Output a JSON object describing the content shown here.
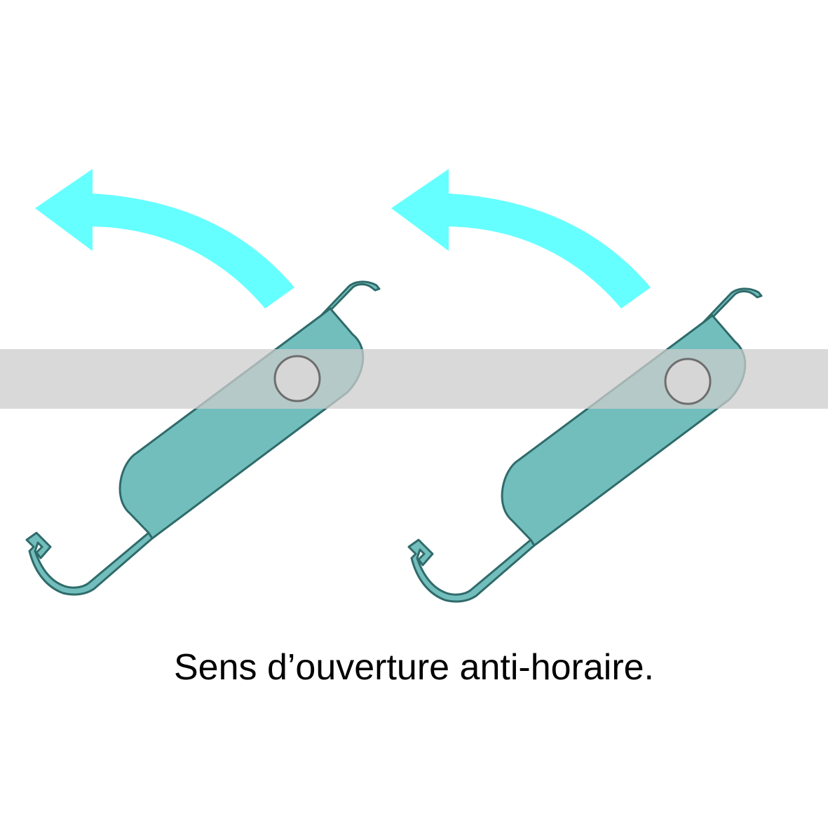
{
  "caption": "Sens d’ouverture anti-horaire.",
  "colors": {
    "arrow": "#66ffff",
    "blade_fill": "#72bebd",
    "blade_stroke": "#2f6b6a",
    "axis_band": "#cccccc",
    "pivot_fill": "#d6d6d6",
    "pivot_stroke": "#6e6e6e",
    "background": "#ffffff",
    "text": "#000000"
  },
  "figures": [
    {
      "label": "left",
      "arrow_icon": "counterclockwise-arrow-icon",
      "blade": "louvre-blade",
      "pivot": "pivot-pin"
    },
    {
      "label": "right",
      "arrow_icon": "counterclockwise-arrow-icon",
      "blade": "louvre-blade",
      "pivot": "pivot-pin"
    }
  ]
}
